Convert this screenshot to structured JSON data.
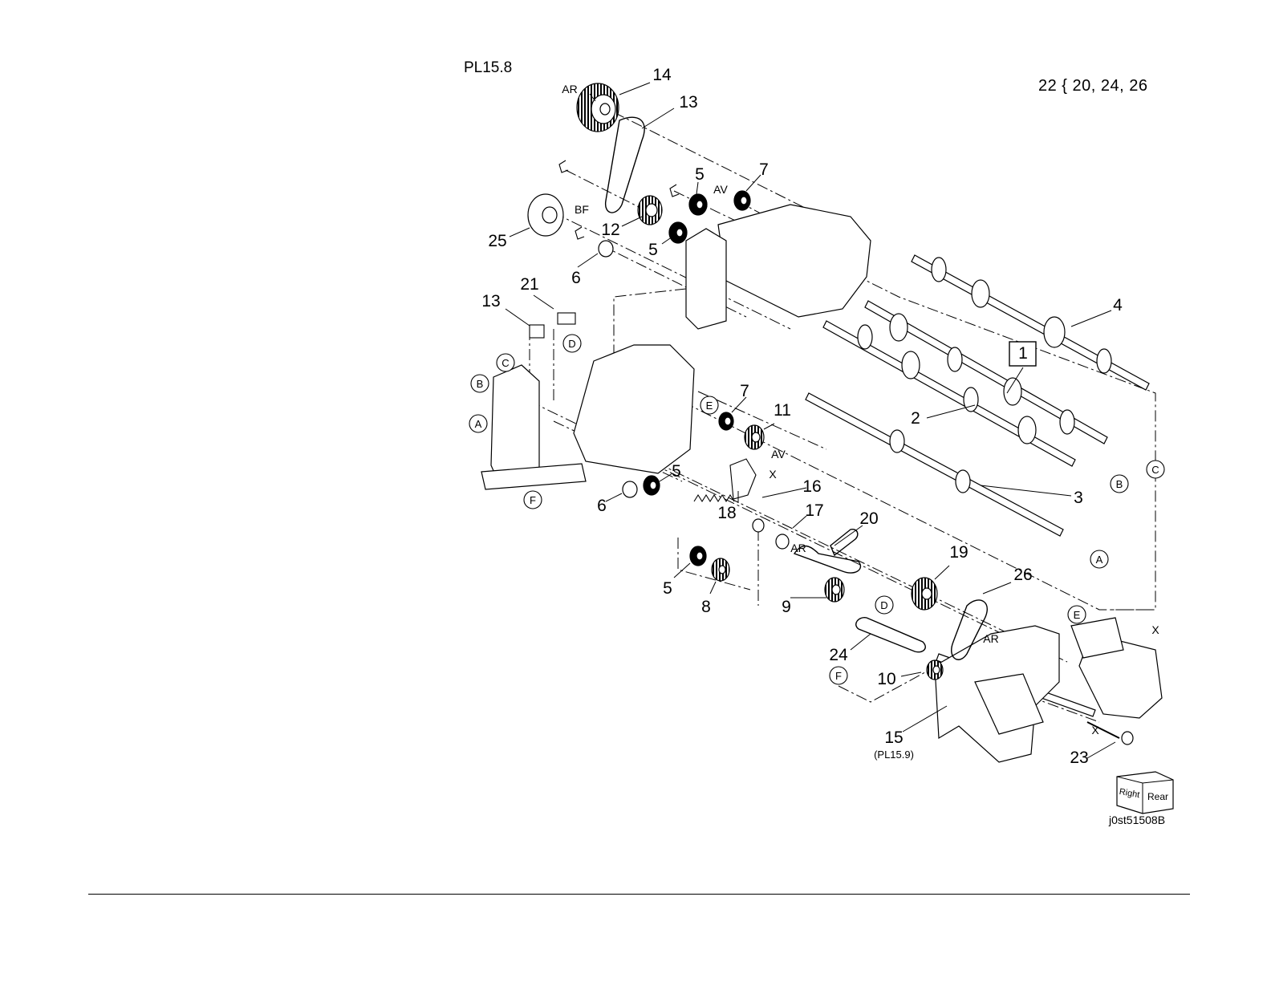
{
  "plate_label": "PL15.8",
  "kit_label": "22 { 20, 24, 26",
  "drawing_code": "j0st51508B",
  "orientation_cube": {
    "top": "Right",
    "right": "Rear"
  },
  "callouts": {
    "c14": "14",
    "c13a": "13",
    "c5a": "5",
    "c7a": "7",
    "c12": "12",
    "c5b": "5",
    "c25": "25",
    "c6a": "6",
    "c21": "21",
    "c13b": "13",
    "c4": "4",
    "c1": "1",
    "c2": "2",
    "c7b": "7",
    "c11": "11",
    "c3": "3",
    "c16": "16",
    "c18": "18",
    "c17": "17",
    "c20": "20",
    "c6b": "6",
    "c5c": "5",
    "c5d": "5",
    "c8": "8",
    "c9": "9",
    "c19": "19",
    "c26": "26",
    "c24": "24",
    "c10": "10",
    "c15": "15",
    "c15ref": "(PL15.9)",
    "c23": "23"
  },
  "tags": {
    "ar1": "AR",
    "bf": "BF",
    "av1": "AV",
    "av2": "AV",
    "ar2": "AR",
    "ar3": "AR",
    "x1": "X",
    "x2": "X",
    "x3": "X"
  },
  "connectors": {
    "a1": "A",
    "a2": "A",
    "b1": "B",
    "b2": "B",
    "c1": "C",
    "c2": "C",
    "d1": "D",
    "d2": "D",
    "e1": "E",
    "e2": "E",
    "f1": "F",
    "f2": "F"
  }
}
